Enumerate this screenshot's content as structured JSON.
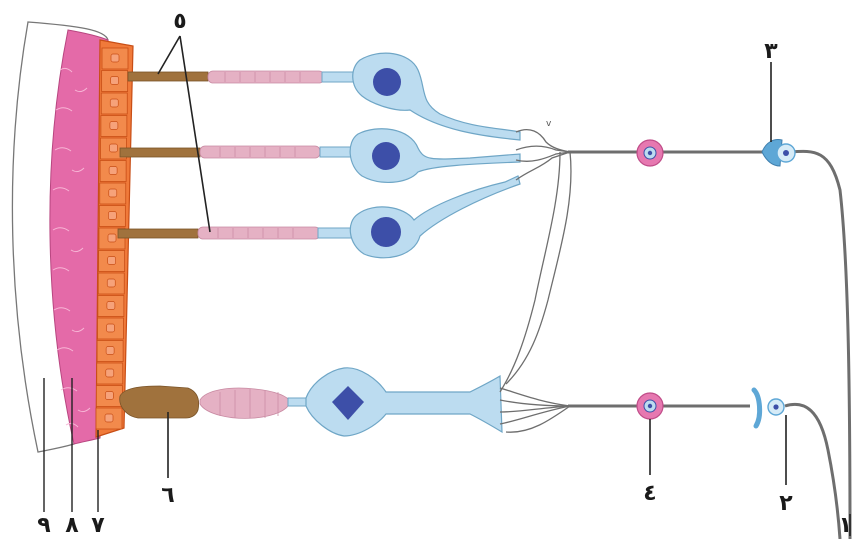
{
  "labels": {
    "l1": "١",
    "l2": "٢",
    "l3": "٣",
    "l4": "٤",
    "l5": "٥",
    "l6": "٦",
    "l7": "٧",
    "l8": "٨",
    "l9": "٩"
  },
  "colors": {
    "pigment": "#f07a3a",
    "choroid": "#e46aa8",
    "cellBlue": "#bcdcf0",
    "nucleus": "#3d4fa8",
    "axon": "#6e6e6e",
    "ganglion": "#e678b0",
    "segment": "#e5b1c4"
  }
}
